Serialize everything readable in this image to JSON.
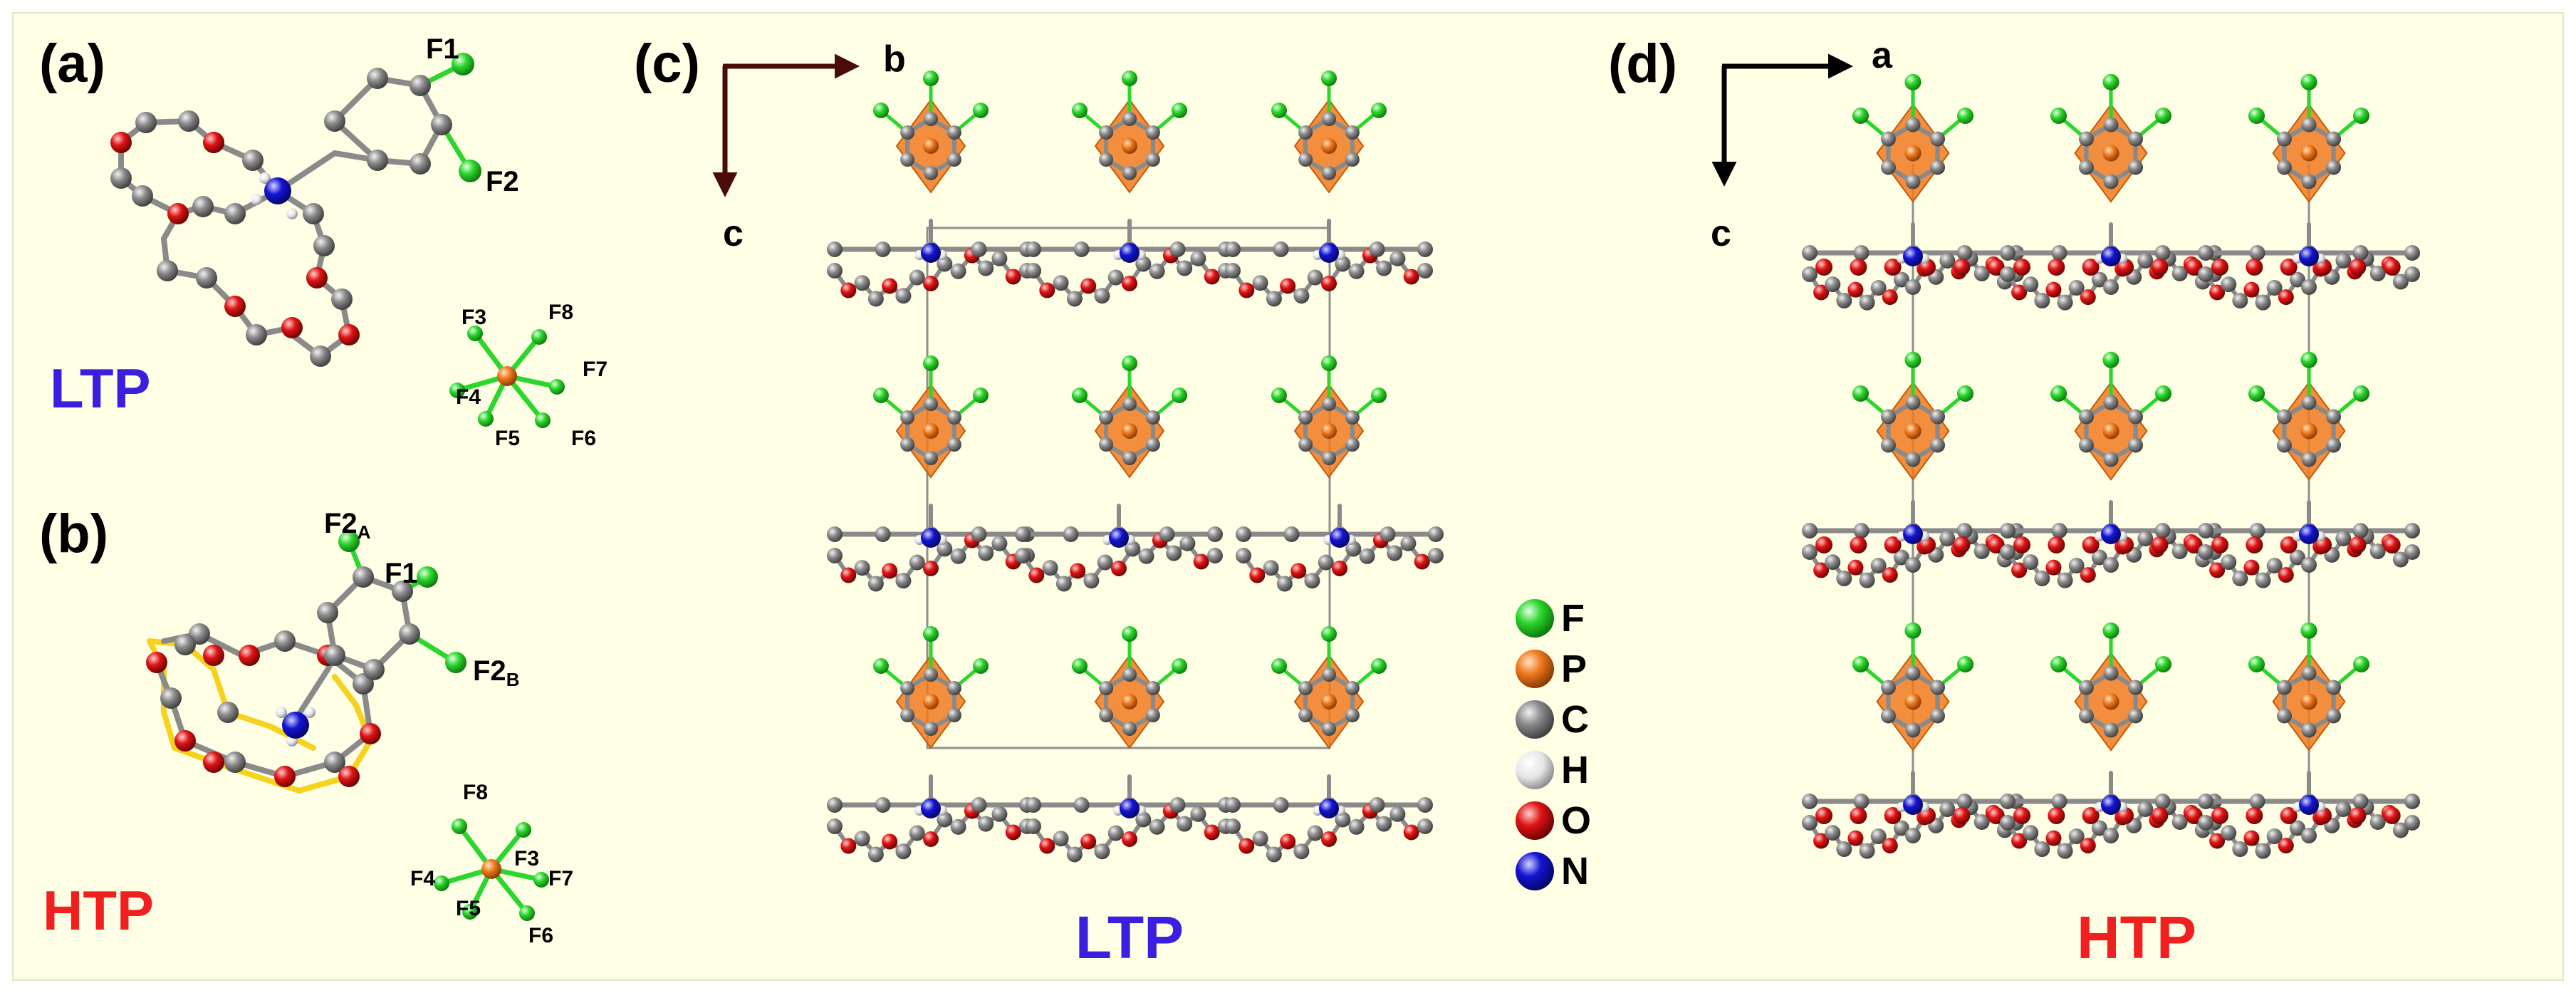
{
  "colors": {
    "background": "#FFFFE6",
    "fluorine": "#2DD62D",
    "phosphorus": "#F07A1E",
    "carbon": "#8C8C8C",
    "hydrogen": "#E6E6E6",
    "oxygen": "#E01414",
    "nitrogen": "#1414D2",
    "disorder": "#F5D21E",
    "ltp_label": "#3B1FE0",
    "htp_label": "#F02020",
    "arrow": "#4A0B0B"
  },
  "panel_a": {
    "label": "(a)",
    "phase": "LTP",
    "atoms": {
      "f1": "F1",
      "f2": "F2",
      "f3": "F3",
      "f4": "F4",
      "f5": "F5",
      "f6": "F6",
      "f7": "F7",
      "f8": "F8"
    }
  },
  "panel_b": {
    "label": "(b)",
    "phase": "HTP",
    "atoms": {
      "f1": "F1",
      "f2a": "F2",
      "f2a_sub": "A",
      "f2b": "F2",
      "f2b_sub": "B",
      "f3": "F3",
      "f4": "F4",
      "f5": "F5",
      "f6": "F6",
      "f7": "F7",
      "f8": "F8"
    }
  },
  "panel_c": {
    "label": "(c)",
    "phase": "LTP",
    "axis_horizontal": "b",
    "axis_vertical": "c"
  },
  "panel_d": {
    "label": "(d)",
    "phase": "HTP",
    "axis_horizontal": "a",
    "axis_vertical": "c"
  },
  "legend": [
    {
      "symbol": "F",
      "element": "fluorine"
    },
    {
      "symbol": "P",
      "element": "phosphorus"
    },
    {
      "symbol": "C",
      "element": "carbon"
    },
    {
      "symbol": "H",
      "element": "hydrogen"
    },
    {
      "symbol": "O",
      "element": "oxygen"
    },
    {
      "symbol": "N",
      "element": "nitrogen"
    }
  ]
}
